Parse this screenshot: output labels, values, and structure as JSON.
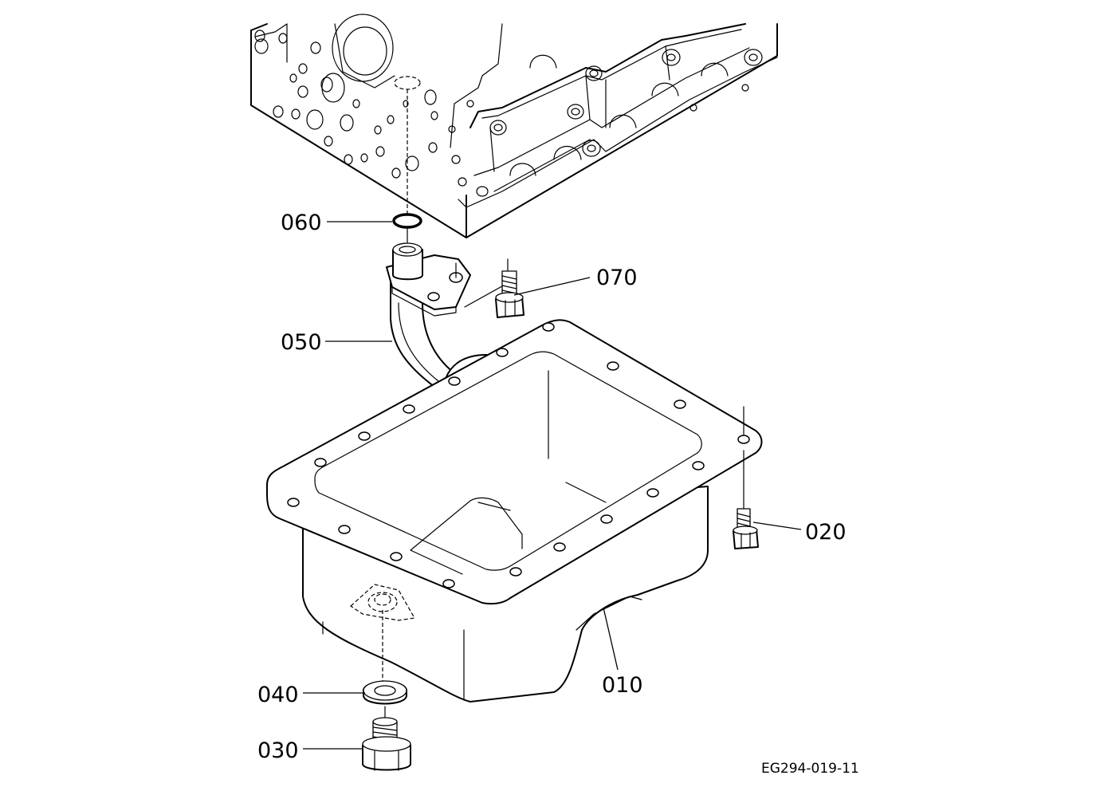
{
  "diagram": {
    "reference_code": "EG294-019-11",
    "callouts": {
      "oil_pan": "010",
      "pan_bolt": "020",
      "drain_plug": "030",
      "drain_gasket": "040",
      "oil_strainer_pipe": "050",
      "o_ring": "060",
      "strainer_bolt": "070"
    }
  }
}
